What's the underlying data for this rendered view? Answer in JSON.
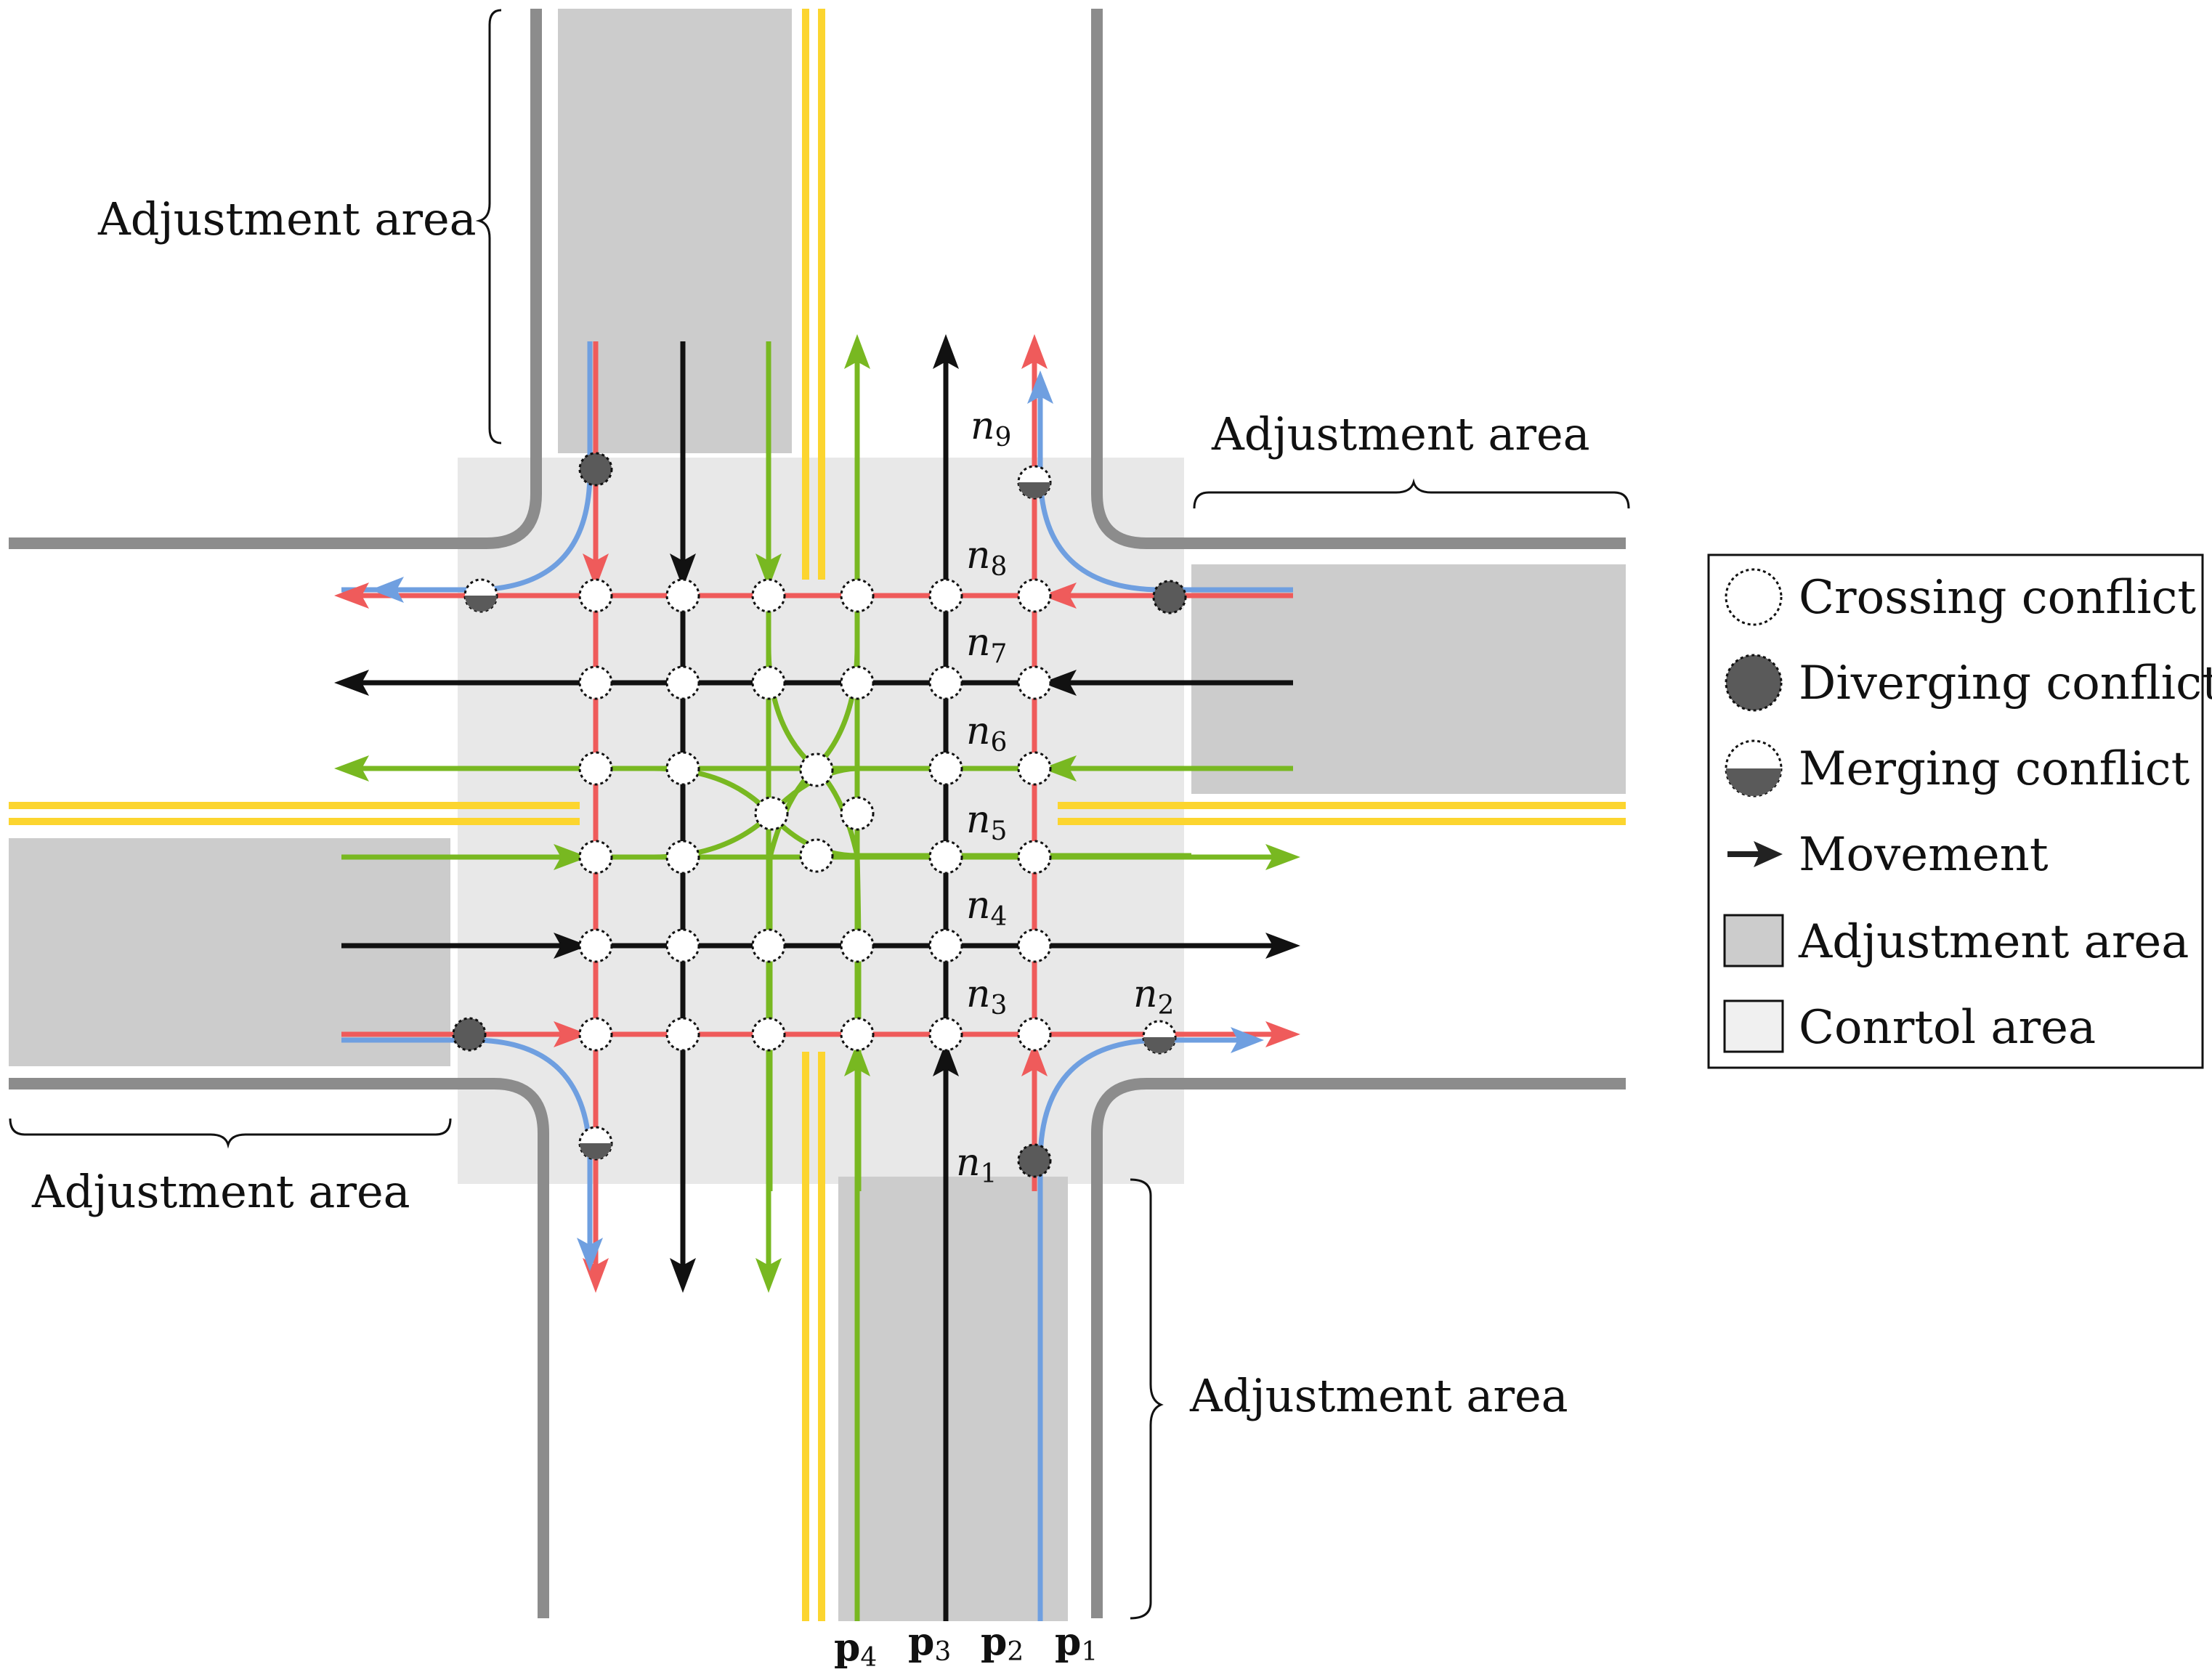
{
  "areas": {
    "adjustment_label": "Adjustment area"
  },
  "nodes": {
    "n1": {
      "base": "n",
      "sub": "1"
    },
    "n2": {
      "base": "n",
      "sub": "2"
    },
    "n3": {
      "base": "n",
      "sub": "3"
    },
    "n4": {
      "base": "n",
      "sub": "4"
    },
    "n5": {
      "base": "n",
      "sub": "5"
    },
    "n6": {
      "base": "n",
      "sub": "6"
    },
    "n7": {
      "base": "n",
      "sub": "7"
    },
    "n8": {
      "base": "n",
      "sub": "8"
    },
    "n9": {
      "base": "n",
      "sub": "9"
    }
  },
  "paths": {
    "p4": {
      "base": "p",
      "sub": "4"
    },
    "p3": {
      "base": "p",
      "sub": "3"
    },
    "p2": {
      "base": "p",
      "sub": "2"
    },
    "p1": {
      "base": "p",
      "sub": "1"
    }
  },
  "legend": {
    "crossing": "Crossing conflict",
    "diverging": "Diverging conflict",
    "merging": "Merging conflict",
    "movement": "Movement",
    "adjustment": "Adjustment area",
    "control": "Conrtol area"
  },
  "colors": {
    "red": "#ef5b5b",
    "blue": "#6f9fe0",
    "green": "#78b821",
    "black": "#111111",
    "yellow": "#fcd52f",
    "road": "#8c8c8c",
    "adjust": "#cccccc",
    "control": "#e8e8e8"
  }
}
